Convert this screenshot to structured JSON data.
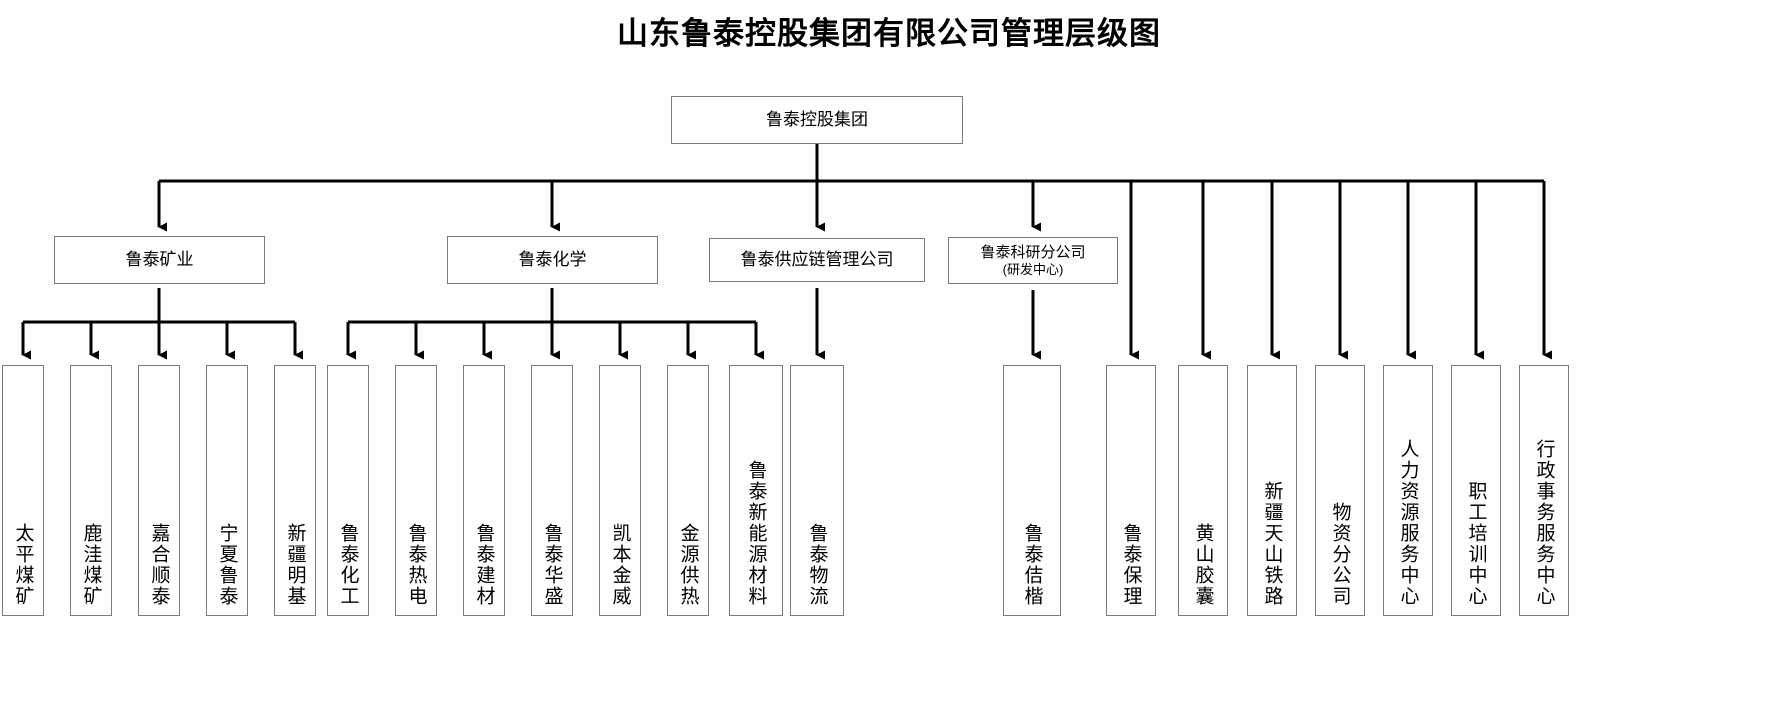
{
  "title": "山东鲁泰控股集团有限公司管理层级图",
  "colors": {
    "box_border": "#7b7b7b",
    "connector": "#000000",
    "background": "#ffffff",
    "text": "#000000"
  },
  "root": {
    "label": "鲁泰控股集团"
  },
  "divisions": [
    {
      "label": "鲁泰矿业",
      "sub": ""
    },
    {
      "label": "鲁泰化学",
      "sub": ""
    },
    {
      "label": "鲁泰供应链管理公司",
      "sub": ""
    },
    {
      "label": "鲁泰科研分公司",
      "sub": "(研发中心)"
    }
  ],
  "leaves": [
    {
      "label": "太平煤矿"
    },
    {
      "label": "鹿洼煤矿"
    },
    {
      "label": "嘉合顺泰"
    },
    {
      "label": "宁夏鲁泰"
    },
    {
      "label": "新疆明基"
    },
    {
      "label": "鲁泰化工"
    },
    {
      "label": "鲁泰热电"
    },
    {
      "label": "鲁泰建材"
    },
    {
      "label": "鲁泰华盛"
    },
    {
      "label": "凯本金威"
    },
    {
      "label": "金源供热"
    },
    {
      "label": "鲁泰新能源材料"
    },
    {
      "label": "鲁泰物流"
    },
    {
      "label": "鲁泰佶楷"
    },
    {
      "label": "鲁泰保理"
    },
    {
      "label": "黄山胶囊"
    },
    {
      "label": "新疆天山铁路"
    },
    {
      "label": "物资分公司"
    },
    {
      "label": "人力资源服务中心"
    },
    {
      "label": "职工培训中心"
    },
    {
      "label": "行政事务服务中心"
    }
  ]
}
